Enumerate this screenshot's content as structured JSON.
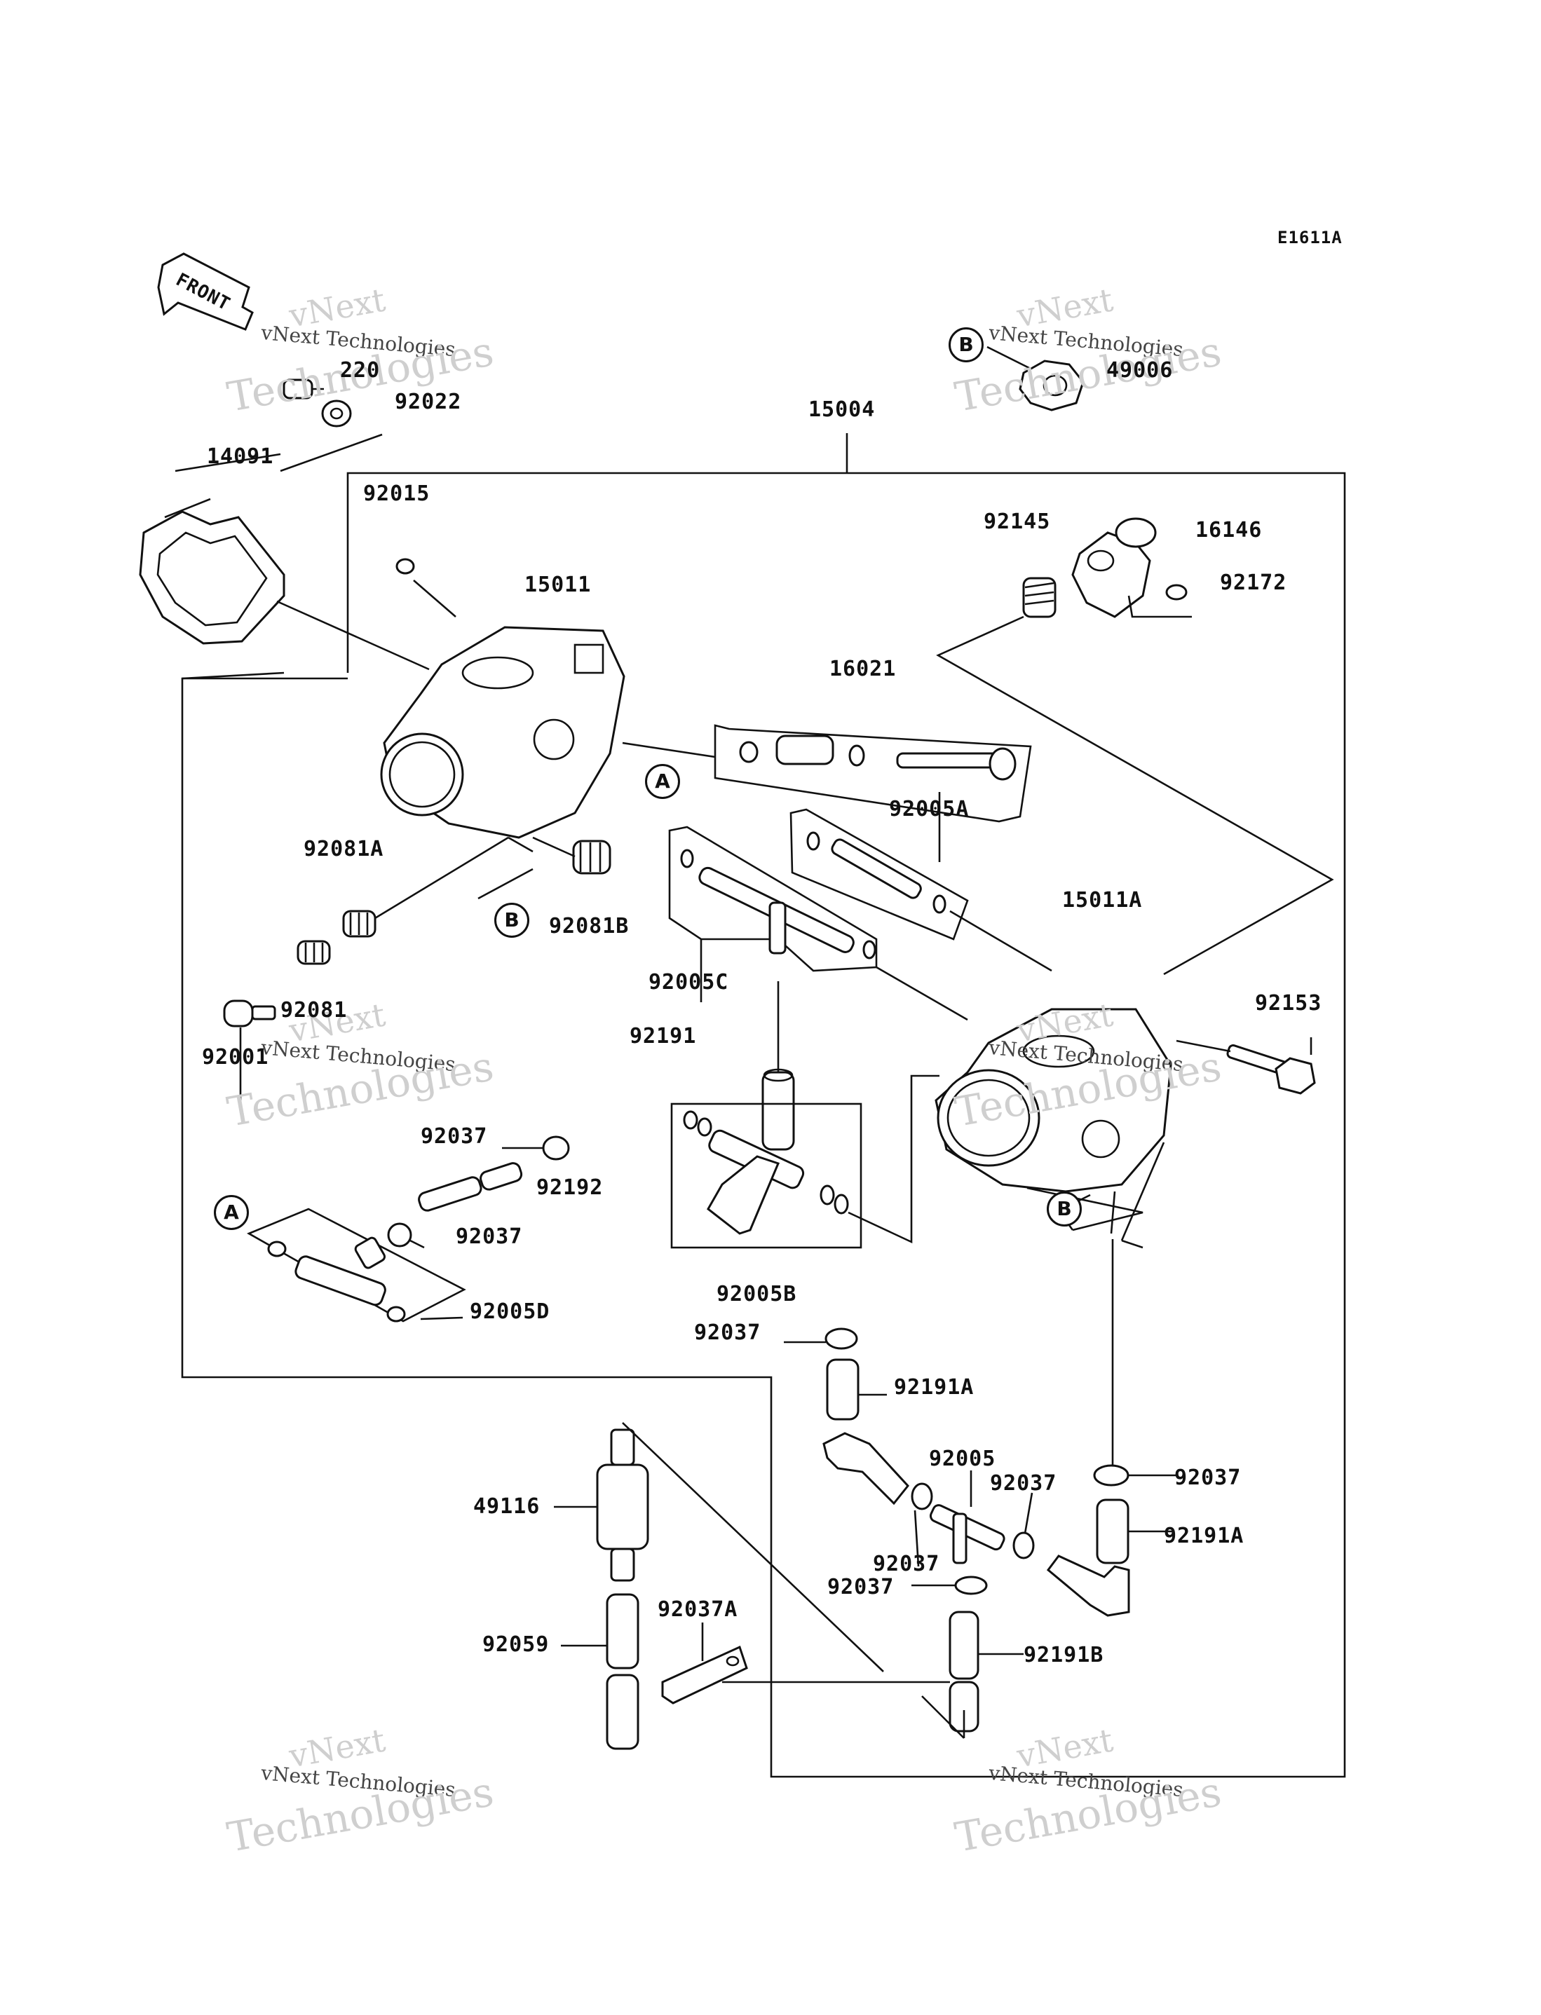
{
  "diagram_code": "E1611A",
  "front_label": "FRONT",
  "watermark": {
    "line1": "vNext",
    "line2": "vNext Technologies",
    "line3": "Technologies"
  },
  "callouts": {
    "a": "A",
    "b": "B"
  },
  "parts": {
    "p220": "220",
    "p92022": "92022",
    "p14091": "14091",
    "p15004": "15004",
    "p92015": "92015",
    "p15011": "15011",
    "p92145": "92145",
    "p16146": "16146",
    "p92172": "92172",
    "p49006": "49006",
    "p16021": "16021",
    "p92005A": "92005A",
    "p15011A": "15011A",
    "p92081A": "92081A",
    "p92081B": "92081B",
    "p92081": "92081",
    "p92001": "92001",
    "p92005C": "92005C",
    "p92191": "92191",
    "p92153": "92153",
    "p92037_a": "92037",
    "p92192": "92192",
    "p92037_b": "92037",
    "p92005D": "92005D",
    "p92005B": "92005B",
    "p92037_c": "92037",
    "p92191A_a": "92191A",
    "p92005": "92005",
    "p92037_d": "92037",
    "p92037_e": "92037",
    "p92037_f": "92037",
    "p92037_g": "92037",
    "p92191A_b": "92191A",
    "p49116": "49116",
    "p92037A": "92037A",
    "p92059": "92059",
    "p92191B": "92191B"
  }
}
